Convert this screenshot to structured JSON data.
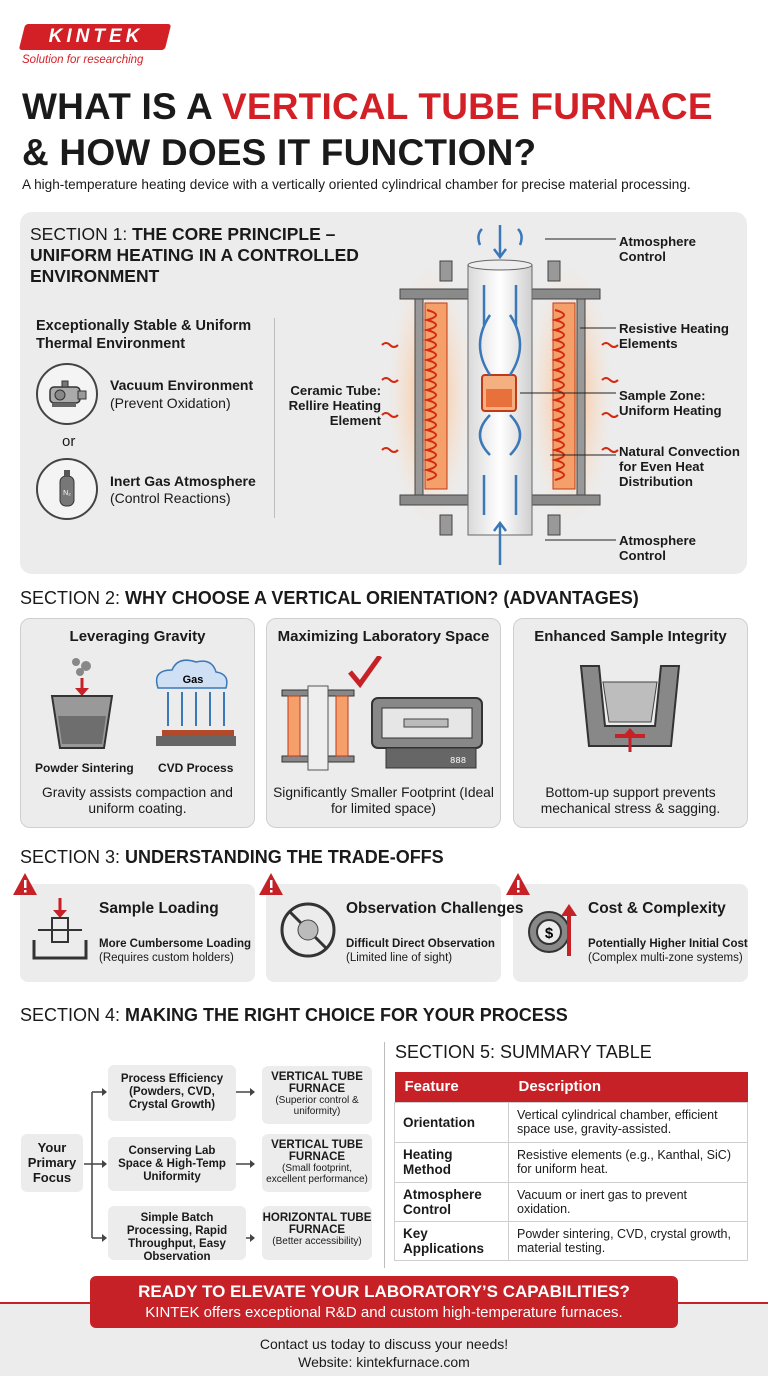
{
  "brand": {
    "logo": "KINTEK",
    "tagline": "Solution for researching"
  },
  "header": {
    "title_part1": "WHAT IS A ",
    "title_highlight": "VERTICAL TUBE FURNACE",
    "title_line2": "& HOW DOES IT FUNCTION?",
    "subtitle": "A high-temperature heating device with a vertically oriented cylindrical chamber for precise material processing."
  },
  "section1": {
    "prefix": "SECTION 1: ",
    "title": "THE CORE PRINCIPLE – UNIFORM HEATING IN A CONTROLLED ENVIRONMENT",
    "subheading": "Exceptionally Stable & Uniform Thermal Environment",
    "option1_title": "Vacuum Environment",
    "option1_desc": "(Prevent Oxidation)",
    "or": "or",
    "option2_title": "Inert Gas Atmosphere",
    "option2_desc": "(Control Reactions)",
    "gas_bottle_text": "N₂",
    "label_left": "Ceramic Tube: Rellire Heating Element",
    "labels_right": [
      "Atmosphere Control",
      "Resistive Heating Elements",
      "Sample Zone: Uniform Heating",
      "Natural Convection for Even Heat Distribution",
      "Atmosphere Control"
    ]
  },
  "section2": {
    "prefix": "SECTION 2: ",
    "title": "WHY CHOOSE A VERTICAL ORIENTATION? (ADVANTAGES)",
    "cards": [
      {
        "heading": "Leveraging Gravity",
        "label_a": "Powder Sintering",
        "label_b": "CVD Process",
        "cloud": "Gas",
        "desc": "Gravity assists compaction and uniform coating."
      },
      {
        "heading": "Maximizing Laboratory Space",
        "display": "888",
        "desc": "Significantly Smaller Footprint (Ideal for limited space)"
      },
      {
        "heading": "Enhanced Sample Integrity",
        "desc": "Bottom-up support prevents mechanical stress & sagging."
      }
    ]
  },
  "section3": {
    "prefix": "SECTION 3: ",
    "title": "UNDERSTANDING THE TRADE-OFFS",
    "items": [
      {
        "heading": "Sample Loading",
        "bold": "More Cumbersome Loading",
        "detail": "(Requires custom holders)"
      },
      {
        "heading": "Observation Challenges",
        "bold": "Difficult Direct Observation",
        "detail": "(Limited line of sight)"
      },
      {
        "heading": "Cost & Complexity",
        "bold": "Potentially Higher Initial Cost",
        "detail": "(Complex multi-zone systems)"
      }
    ]
  },
  "section4": {
    "prefix": "SECTION 4: ",
    "title": "MAKING THE RIGHT CHOICE FOR YOUR PROCESS",
    "focus": "Your Primary Focus",
    "choices": [
      {
        "need": "Process Efficiency (Powders, CVD, Crystal Growth)",
        "result": "VERTICAL TUBE FURNACE",
        "note": "(Superior control & uniformity)"
      },
      {
        "need": "Conserving Lab Space & High-Temp Uniformity",
        "result": "VERTICAL TUBE FURNACE",
        "note": "(Small footprint, excellent performance)"
      },
      {
        "need": "Simple Batch Processing, Rapid Throughput, Easy Observation",
        "result": "HORIZONTAL TUBE FURNACE",
        "note": "(Better accessibility)"
      }
    ]
  },
  "section5": {
    "title": "SECTION 5: SUMMARY TABLE",
    "columns": [
      "Feature",
      "Description"
    ],
    "rows": [
      [
        "Orientation",
        "Vertical cylindrical chamber, efficient space use, gravity-assisted."
      ],
      [
        "Heating Method",
        "Resistive elements (e.g., Kanthal, SiC) for uniform heat."
      ],
      [
        "Atmosphere Control",
        "Vacuum or inert gas to prevent oxidation."
      ],
      [
        "Key Applications",
        "Powder sintering, CVD, crystal growth, material testing."
      ]
    ]
  },
  "footer": {
    "cta_title": "READY TO ELEVATE YOUR LABORATORY’S CAPABILITIES?",
    "cta_sub": "KINTEK offers exceptional R&D and custom high-temperature furnaces.",
    "contact": "Contact us today to discuss your needs!",
    "website": "Website: kintekfurnace.com"
  },
  "colors": {
    "brand_red": "#d32027",
    "panel_gray": "#ececec",
    "flow_blue": "#3a78b8",
    "heat_orange": "#ff7a2a"
  }
}
